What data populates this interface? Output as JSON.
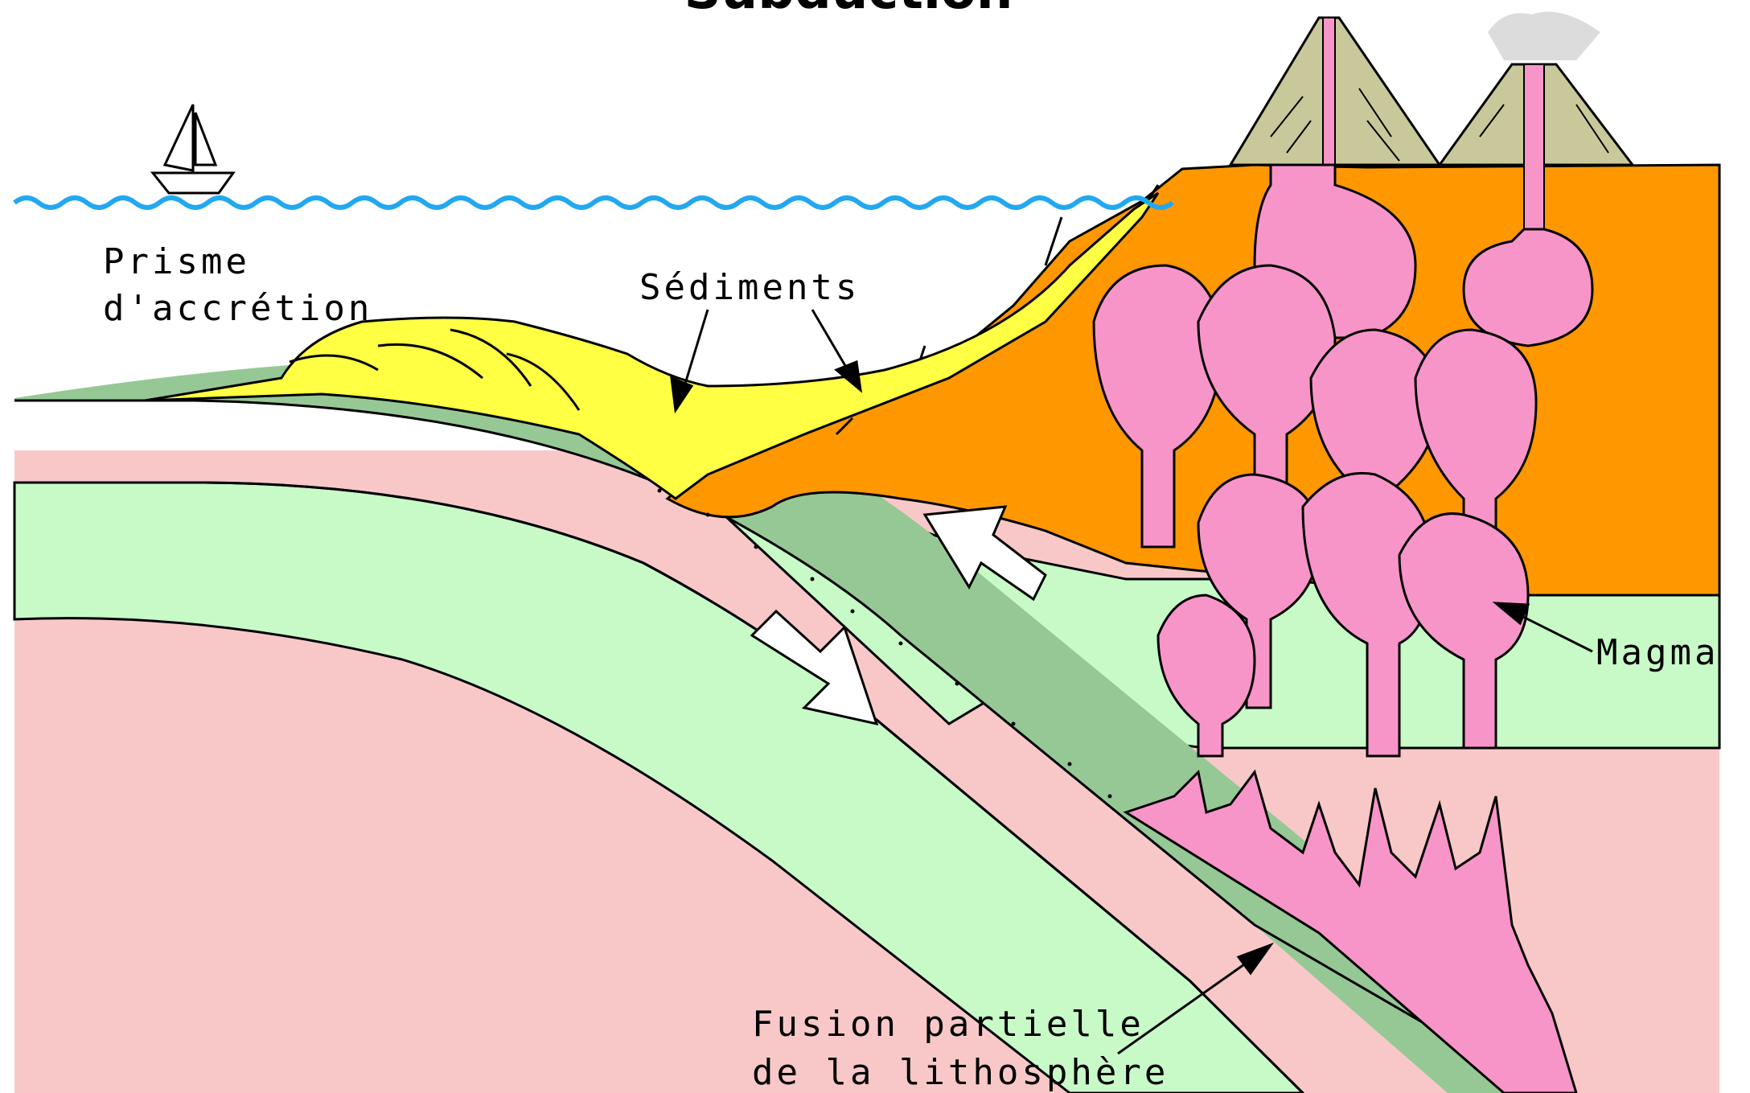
{
  "title": "Subduction",
  "labels": {
    "prisme_line1": "Prisme",
    "prisme_line2": "d'accrétion",
    "sediments": "Sédiments",
    "magma": "Magma",
    "fusion_line1": "Fusion partielle",
    "fusion_line2": "de la lithosphère"
  },
  "colors": {
    "water": "#22a8f0",
    "sediment": "#ffff44",
    "continental_crust": "#ff9800",
    "oceanic_crust": "#96c896",
    "lithosphere": "#c8fac8",
    "asthenosphere": "#f8c8c8",
    "magma": "#f895c8",
    "volcano": "#c8c89a"
  },
  "icons": [
    "sailboat-icon",
    "arrow-subducting-icon",
    "arrow-mantle-flow-icon"
  ]
}
